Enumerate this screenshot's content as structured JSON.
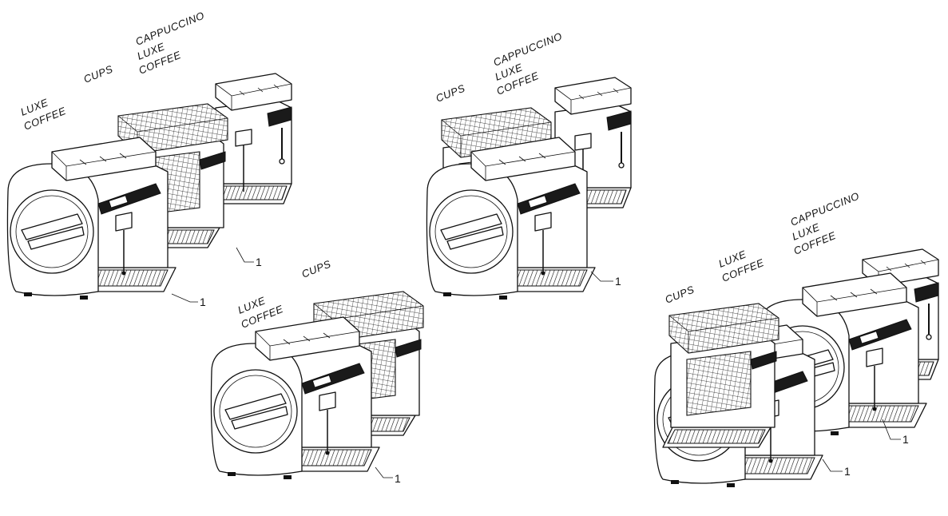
{
  "labels": {
    "cups": "CUPS",
    "cappuccino": "CAPPUCCINO",
    "luxe": "LUXE",
    "coffee": "COFFEE",
    "callout": "1"
  },
  "configurations": [
    {
      "id": "config-a",
      "modules": [
        "LUXE COFFEE",
        "CUPS",
        "CAPPUCCINO LUXE COFFEE"
      ],
      "callouts": 2
    },
    {
      "id": "config-b",
      "modules": [
        "CUPS",
        "CAPPUCCINO LUXE COFFEE"
      ],
      "callouts": 1
    },
    {
      "id": "config-c",
      "modules": [
        "LUXE COFFEE",
        "CUPS"
      ],
      "callouts": 1
    },
    {
      "id": "config-d",
      "modules": [
        "CUPS",
        "LUXE COFFEE",
        "CAPPUCCINO LUXE COFFEE"
      ],
      "callouts": 2
    }
  ]
}
